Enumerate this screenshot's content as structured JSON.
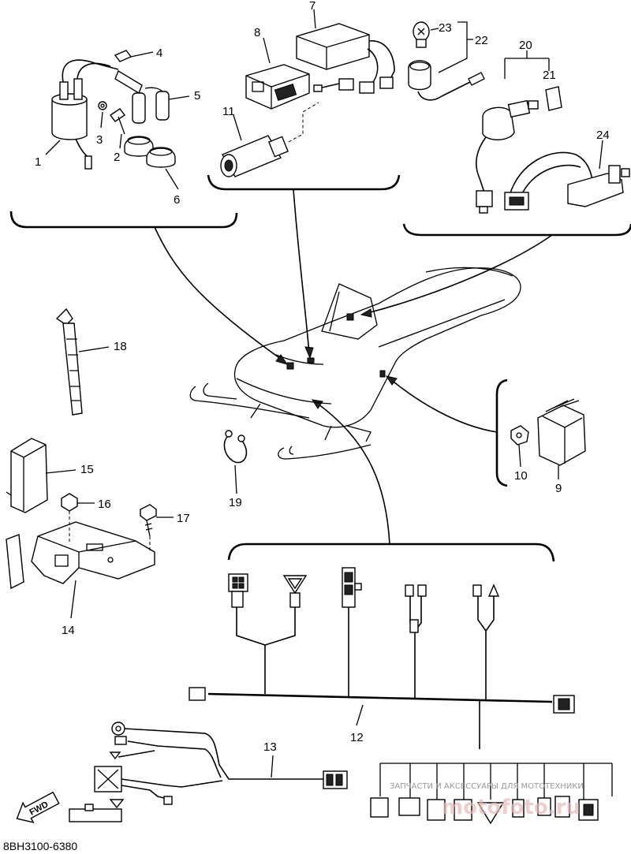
{
  "diagram_code": "8BH3100-6380",
  "watermark": "ЗАПЧАСТИ И АКСЕССУАРЫ ДЛЯ МОТОТЕХНИКИ",
  "watermark_logo": "motofoto.ru",
  "fwd_label": "FWD",
  "callouts": {
    "n1": "1",
    "n2": "2",
    "n3": "3",
    "n4": "4",
    "n5": "5",
    "n6": "6",
    "n7": "7",
    "n8": "8",
    "n9": "9",
    "n10": "10",
    "n11": "11",
    "n12": "12",
    "n13": "13",
    "n14": "14",
    "n15": "15",
    "n16": "16",
    "n17": "17",
    "n18": "18",
    "n19": "19",
    "n20": "20",
    "n21": "21",
    "n22": "22",
    "n23": "23",
    "n24": "24"
  }
}
